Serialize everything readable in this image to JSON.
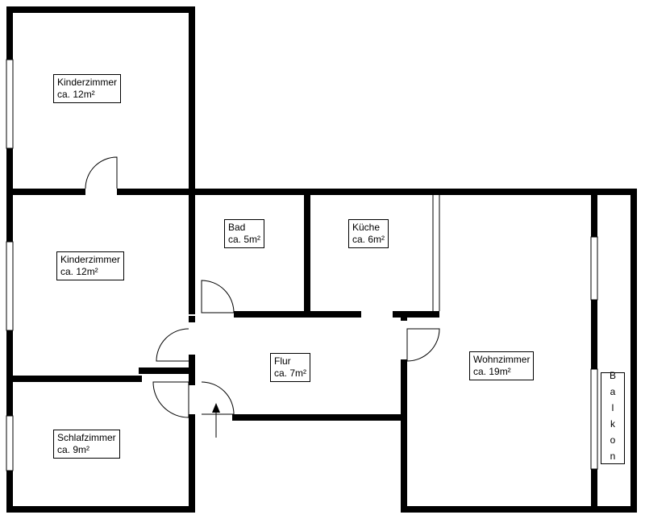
{
  "floorplan": {
    "rooms": [
      {
        "name": "Kinderzimmer",
        "area": "ca. 12m²"
      },
      {
        "name": "Kinderzimmer",
        "area": "ca. 12m²"
      },
      {
        "name": "Bad",
        "area": "ca. 5m²"
      },
      {
        "name": "Küche",
        "area": "ca. 6m²"
      },
      {
        "name": "Flur",
        "area": "ca. 7m²"
      },
      {
        "name": "Wohnzimmer",
        "area": "ca. 19m²"
      },
      {
        "name": "Schlafzimmer",
        "area": "ca. 9m²"
      }
    ],
    "balcony": "Balkon"
  }
}
